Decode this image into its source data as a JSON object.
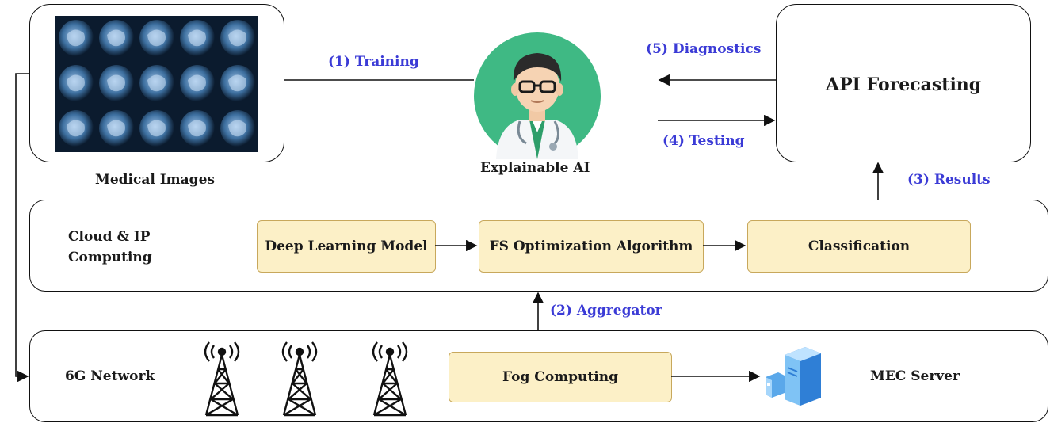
{
  "top": {
    "medical_images_label": "Medical Images",
    "explainable_ai_label": "Explainable AI",
    "api_forecasting_label": "API Forecasting",
    "arrows": {
      "training": "(1) Training",
      "diagnostics": "(5) Diagnostics",
      "testing": "(4) Testing",
      "results": "(3) Results",
      "aggregator": "(2) Aggregator"
    }
  },
  "cloud_panel": {
    "title_line1": "Cloud & IP",
    "title_line2": "Computing",
    "nodes": [
      "Deep Learning Model",
      "FS Optimization Algorithm",
      "Classification"
    ]
  },
  "network_panel": {
    "title": "6G Network",
    "fog_label": "Fog Computing",
    "server_label": "MEC Server"
  },
  "colors": {
    "node_fill": "#fcf0c7",
    "node_border": "#c8a85c",
    "arrow_label": "#3b3bd6",
    "avatar_bg": "#3fb984"
  },
  "icons": [
    "brain-scan-grid",
    "doctor-avatar-icon",
    "cell-tower-icon",
    "server-icon"
  ]
}
